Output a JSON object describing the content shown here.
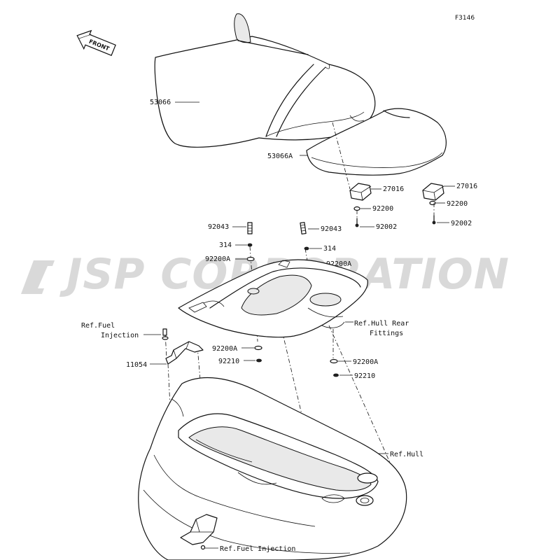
{
  "figure_code": "F3146",
  "front_badge": "FRONT",
  "watermark_text": "JSP CORPORATION",
  "labels": {
    "seat_front": "53066",
    "seat_rear": "53066A",
    "stopper_left": "27016",
    "stopper_right": "27016",
    "washer_left": "92200",
    "washer_right": "92200",
    "screw_left": "92002",
    "screw_right": "92002",
    "bolt_left": "92043",
    "bolt_right": "92043",
    "nut_left": "314",
    "nut_right": "314",
    "washer_a_top_left": "92200A",
    "washer_a_top_right": "92200A",
    "washer_a_bottom_left": "92200A",
    "washer_a_bottom_right": "92200A",
    "nut_bottom_left": "92210",
    "nut_bottom_right": "92210",
    "bracket": "11054",
    "ref_fuel_top_line1": "Ref.Fuel",
    "ref_fuel_top_line2": "Injection",
    "ref_hull_rear_line1": "Ref.Hull Rear",
    "ref_hull_rear_line2": "Fittings",
    "ref_hull": "Ref.Hull",
    "ref_fuel_bottom": "Ref.Fuel Injection"
  },
  "colors": {
    "line": "#111111",
    "watermark": "#d9d9d9",
    "background": "#ffffff"
  }
}
